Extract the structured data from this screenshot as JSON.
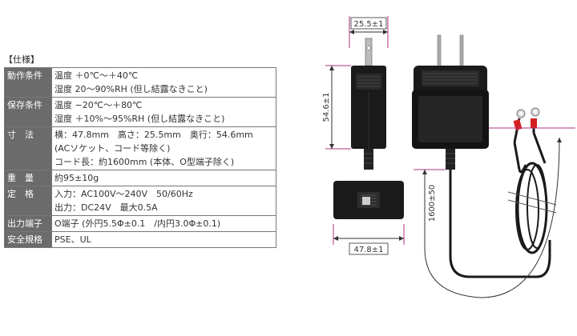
{
  "spec": {
    "heading": "【仕様】",
    "rows": [
      {
        "label": "動作条件",
        "lines": [
          "温度 ＋0℃～＋40℃",
          "湿度 20～90%RH (但し結露なきこと)"
        ]
      },
      {
        "label": "保存条件",
        "lines": [
          "温度 −20℃～＋80℃",
          "湿度 ＋10%～95%RH (但し結露なきこと)"
        ]
      },
      {
        "label": "寸　法",
        "lines": [
          "横：47.8mm　高さ：25.5mm　奥行：54.6mm",
          "(ACソケット、コード等除く)",
          "コード長：約1600mm (本体、O型端子除く)"
        ]
      },
      {
        "label": "重　量",
        "lines": [
          "約95±10g"
        ]
      },
      {
        "label": "定　格",
        "lines": [
          "入力：AC100V～240V　50/60Hz",
          "出力：DC24V　最大0.5A"
        ]
      },
      {
        "label": "出力端子",
        "lines": [
          "O端子 (外円5.5Φ±0.1　/内円3.0Φ±0.1)"
        ]
      },
      {
        "label": "安全規格",
        "lines": [
          "PSE、UL"
        ]
      }
    ]
  },
  "dimensions": {
    "width_top": "25.5±1",
    "depth": "54.6±1",
    "width_bottom": "47.8±1",
    "cord": "1600±50"
  },
  "colors": {
    "label_bg": "#6b6b6b",
    "body": "#1a1a1a",
    "dim_line": "#b03080",
    "terminal_red": "#d42020"
  }
}
